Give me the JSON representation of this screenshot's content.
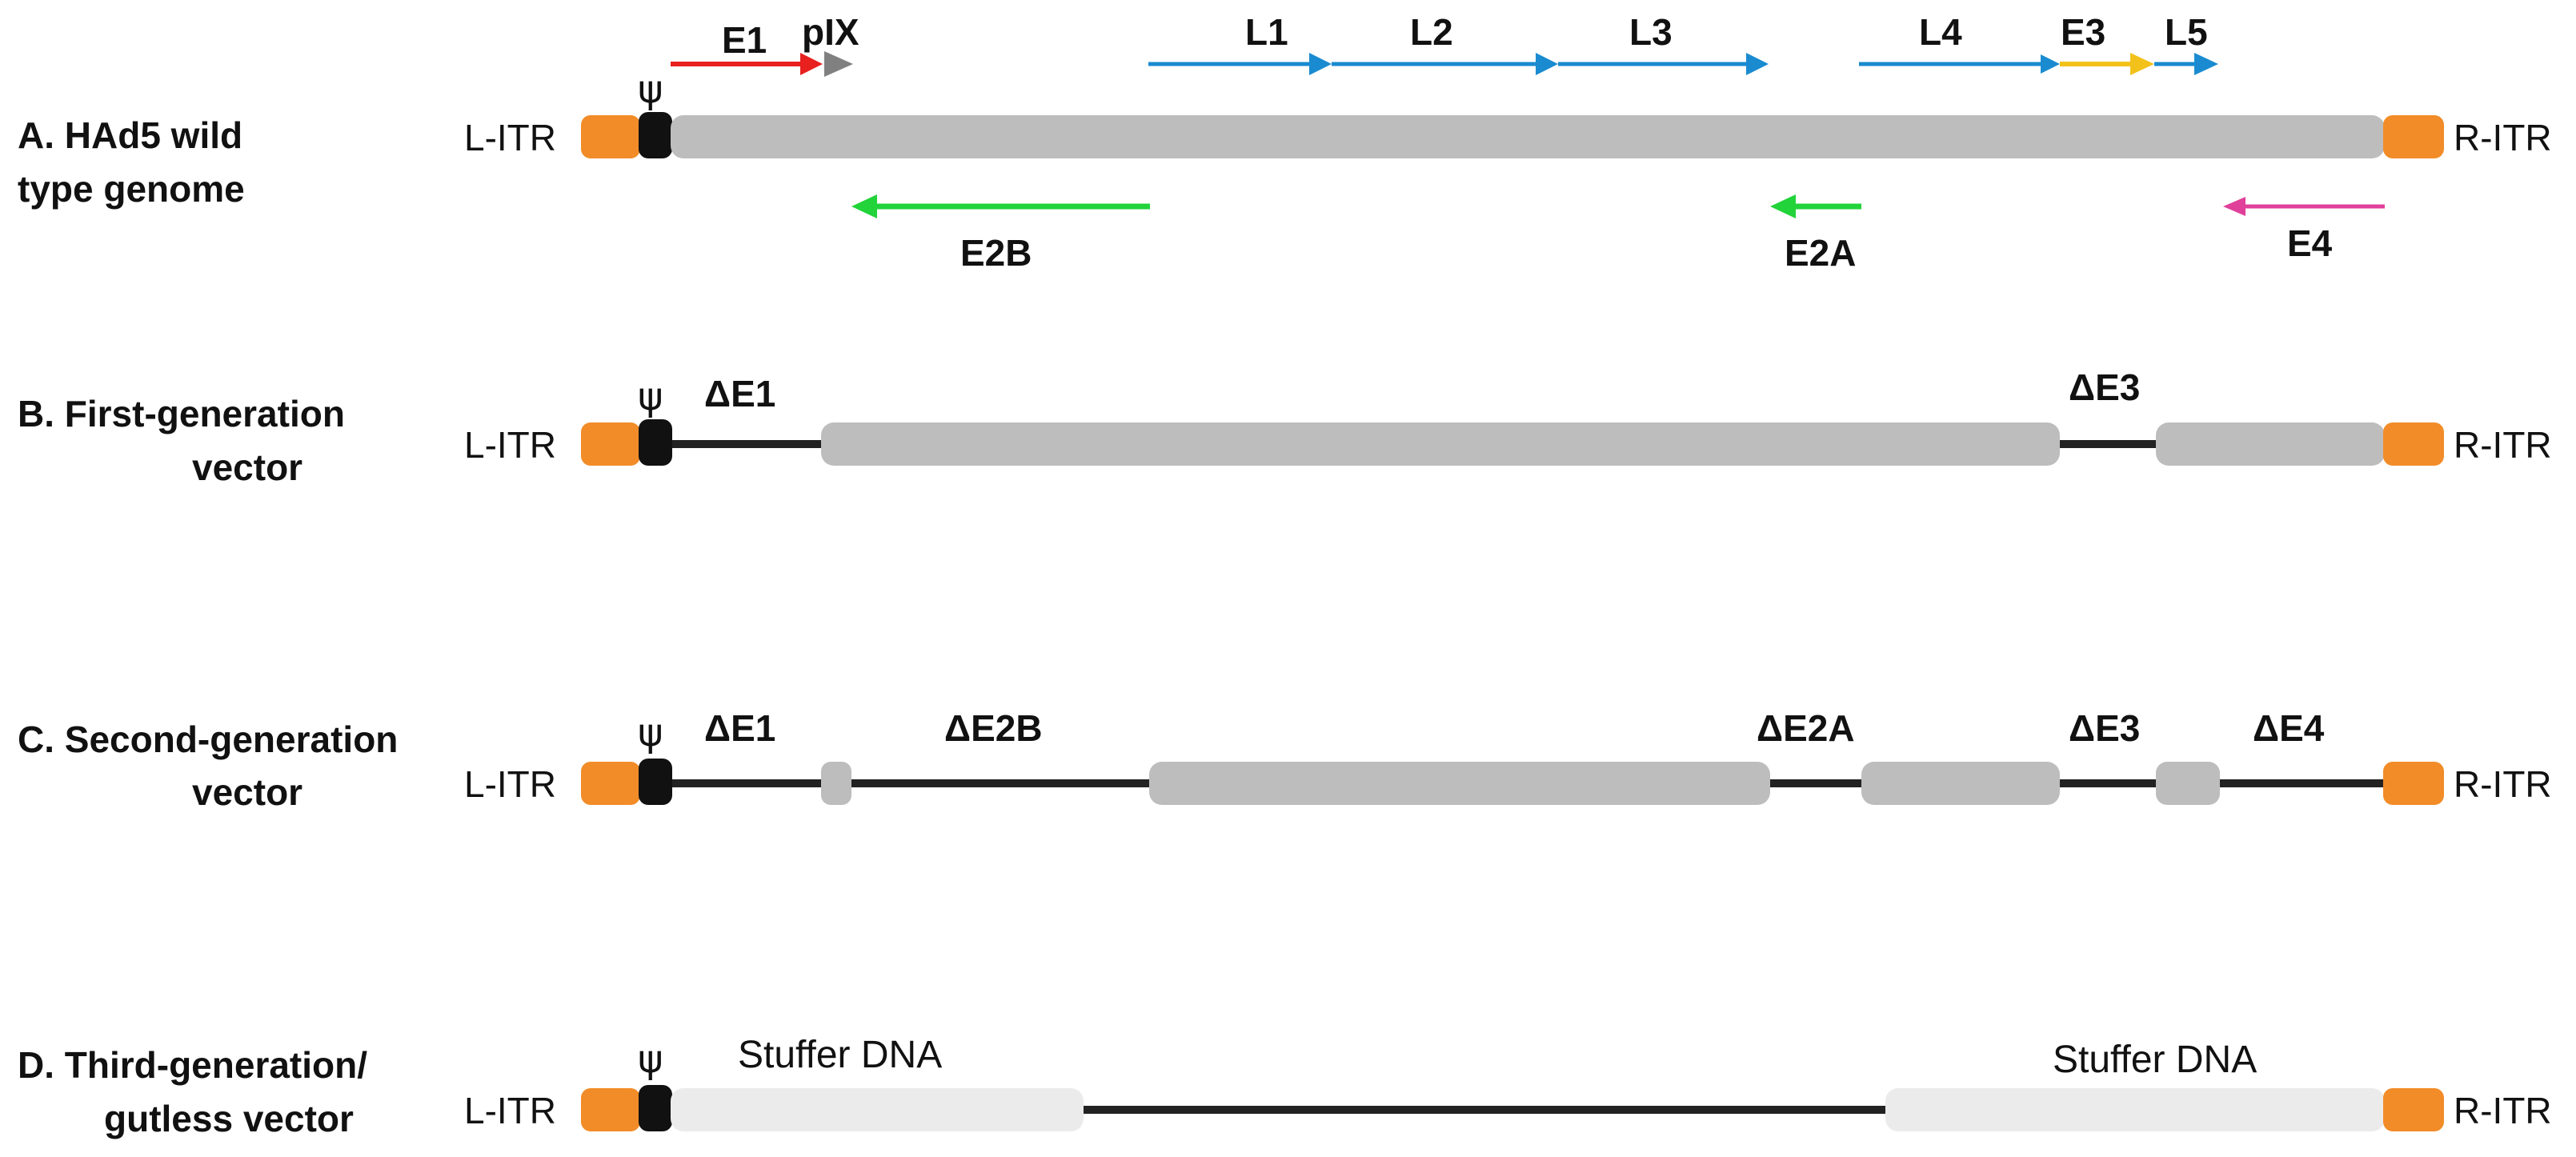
{
  "colors": {
    "itr": "#F28C28",
    "psi": "#111111",
    "backbone": "#BDBDBD",
    "stuffer": "#EBEBEB",
    "line": "#222222",
    "E1": "#E8201E",
    "pIX": "#808080",
    "late": "#1A8BD0",
    "E3": "#F2C21B",
    "E2": "#22D33A",
    "E4": "#E0409A"
  },
  "common": {
    "left_itr": "L-ITR",
    "right_itr": "R-ITR",
    "psi": "ψ"
  },
  "rows": [
    {
      "id": "A",
      "label_line1": "A. HAd5 wild",
      "label_line2": "type genome",
      "forward_genes": [
        "E1",
        "pIX",
        "L1",
        "L2",
        "L3",
        "L4",
        "E3",
        "L5"
      ],
      "reverse_genes": [
        "E2B",
        "E2A",
        "E4"
      ]
    },
    {
      "id": "B",
      "label_line1": "B. First-generation",
      "label_line2": "vector",
      "deletions": [
        "ΔE1",
        "ΔE3"
      ]
    },
    {
      "id": "C",
      "label_line1": "C. Second-generation",
      "label_line2": "vector",
      "deletions": [
        "ΔE1",
        "ΔE2B",
        "ΔE2A",
        "ΔE3",
        "ΔE4"
      ]
    },
    {
      "id": "D",
      "label_line1": "D. Third-generation/",
      "label_line2": "gutless vector",
      "stuffer_left": "Stuffer DNA",
      "stuffer_right": "Stuffer DNA"
    }
  ]
}
